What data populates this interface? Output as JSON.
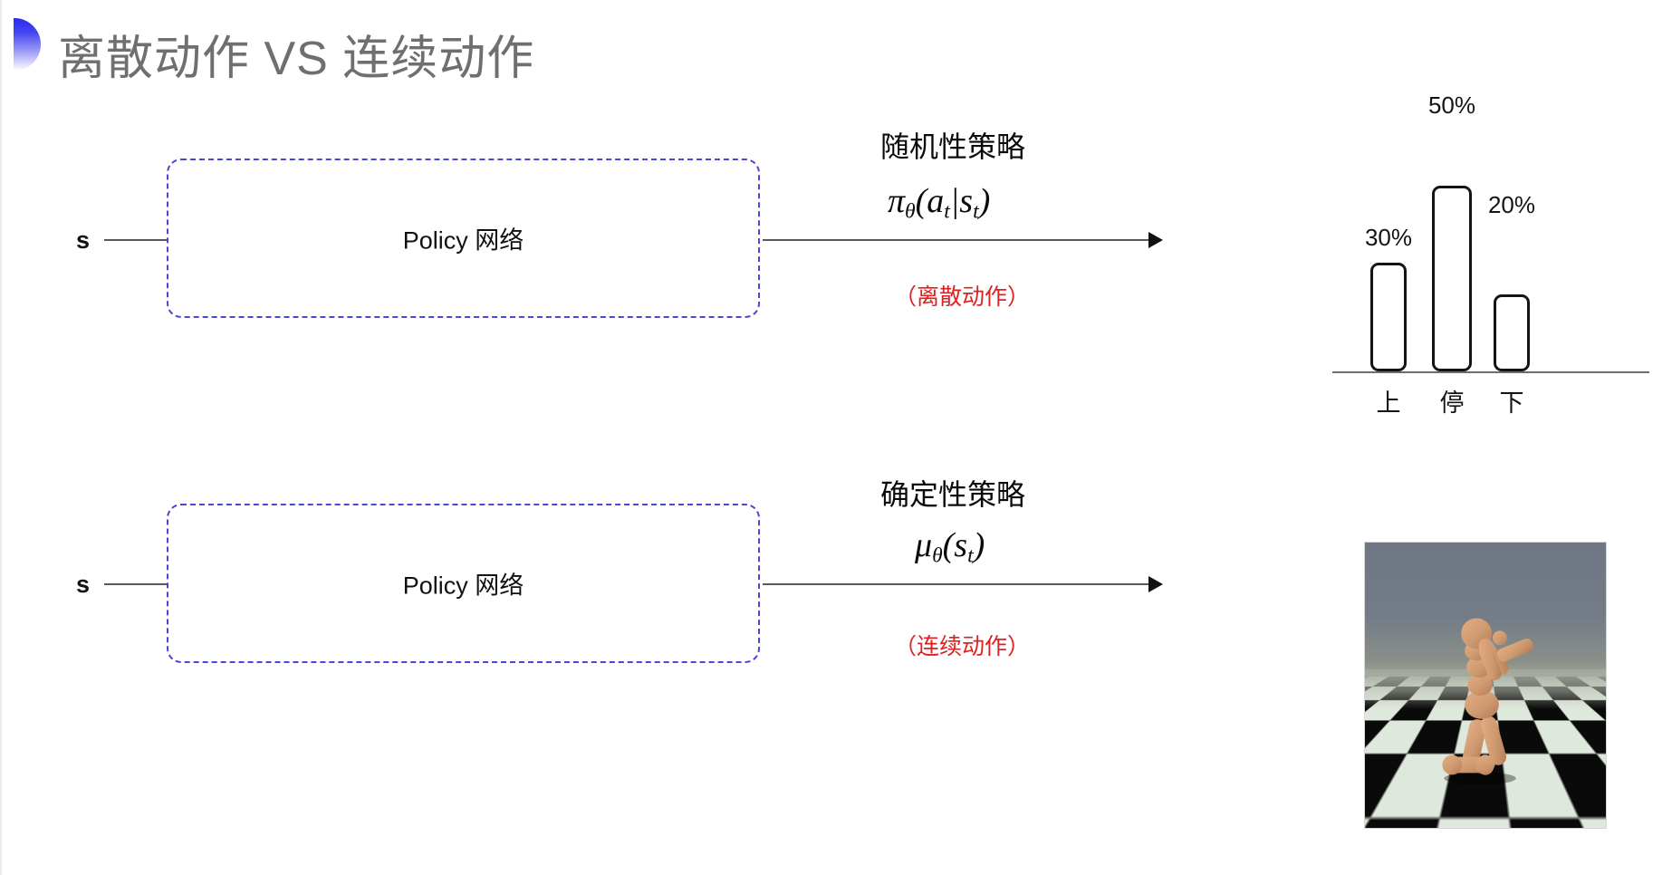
{
  "slide": {
    "title": "离散动作 VS 连续动作",
    "bullet_icon": "half-ellipse-bullet",
    "accent_color": "#2b2bf0",
    "title_color": "#6f6f6f",
    "background": "#ffffff"
  },
  "rows": [
    {
      "id": "discrete",
      "input_label": "s",
      "box_label": "Policy 网络",
      "box_border_color": "#4a46d6",
      "policy_kind": "随机性策略",
      "policy_formula_pi": "π",
      "policy_formula_theta": "θ",
      "policy_formula_args": "(a",
      "policy_formula_t1": "t",
      "policy_formula_bar": "|s",
      "policy_formula_t2": "t",
      "policy_formula_close": ")",
      "policy_formula_plain": "πθ(at|st)",
      "note": "（离散动作）",
      "note_color": "#e02020"
    },
    {
      "id": "continuous",
      "input_label": "s",
      "box_label": "Policy 网络",
      "box_border_color": "#4a46d6",
      "policy_kind": "确定性策略",
      "policy_formula_mu": "μ",
      "policy_formula_theta": "θ",
      "policy_formula_args": "(s",
      "policy_formula_t1": "t",
      "policy_formula_close": ")",
      "policy_formula_plain": "μθ(st)",
      "note": "（连续动作）",
      "note_color": "#e02020"
    }
  ],
  "chart_data": {
    "type": "bar",
    "title": "",
    "categories": [
      "上",
      "停",
      "下"
    ],
    "values": [
      30,
      50,
      20
    ],
    "value_labels": [
      "30%",
      "50%",
      "20%"
    ],
    "xlabel": "",
    "ylabel": "",
    "ylim": [
      0,
      60
    ],
    "grid": false,
    "legend": "none",
    "bar_fill": "#ffffff",
    "bar_stroke": "#141414",
    "axis_color": "#6d6d6d"
  },
  "sim_image": {
    "caption": "",
    "scene": "mujoco-humanoid-kneeling",
    "sky_color": "#6e7783",
    "floor_colors": [
      "#0a0a0a",
      "#dfe8dc"
    ],
    "figure_color": "#d39b73"
  }
}
